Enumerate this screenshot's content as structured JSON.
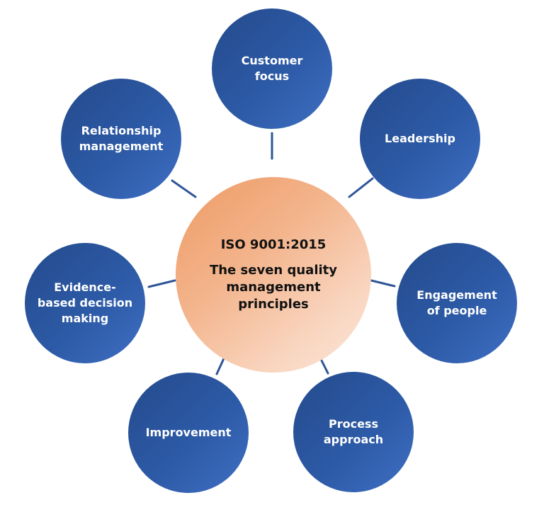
{
  "center": {
    "title": "ISO 9001:2015",
    "subtitle": "The seven quality\nmanagement\nprinciples"
  },
  "principles": [
    {
      "label": "Customer\nfocus"
    },
    {
      "label": "Leadership"
    },
    {
      "label": "Engagement\nof people"
    },
    {
      "label": "Process\napproach"
    },
    {
      "label": "Improvement"
    },
    {
      "label": "Evidence-\nbased decision\nmaking"
    },
    {
      "label": "Relationship\nmanagement"
    }
  ],
  "colors": {
    "node_fill": "#2d5aa6",
    "connector": "#2f5597",
    "center_fill": "#f3b48c"
  }
}
